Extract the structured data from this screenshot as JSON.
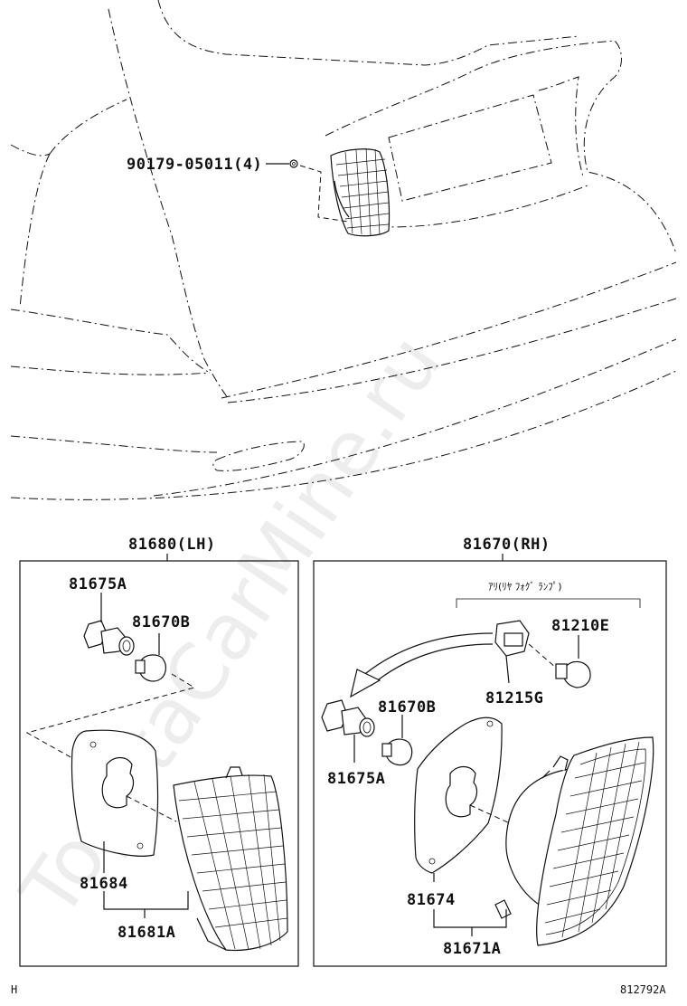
{
  "watermark": "ToyotaCarMine.ru",
  "diagram": {
    "colors": {
      "line": "#111111",
      "background": "#ffffff"
    },
    "top": {
      "clip_label": "90179-05011(4)"
    },
    "lh": {
      "title": "81680(LH)",
      "socket_label": "81675A",
      "bulb_label": "81670B",
      "gasket_label": "81684",
      "lens_label": "81681A"
    },
    "rh": {
      "title": "81670(RH)",
      "option_note": "ｱﾘ(ﾘﾔ ﾌｫｸﾞ ﾗﾝﾌﾟ)",
      "fog_bulb_label": "81210E",
      "fog_socket_label": "81215G",
      "bulb_label": "81670B",
      "socket_label": "81675A",
      "gasket_label": "81674",
      "lens_label": "81671A"
    },
    "footer": {
      "left_code": "H",
      "figure_code": "812792A"
    }
  }
}
